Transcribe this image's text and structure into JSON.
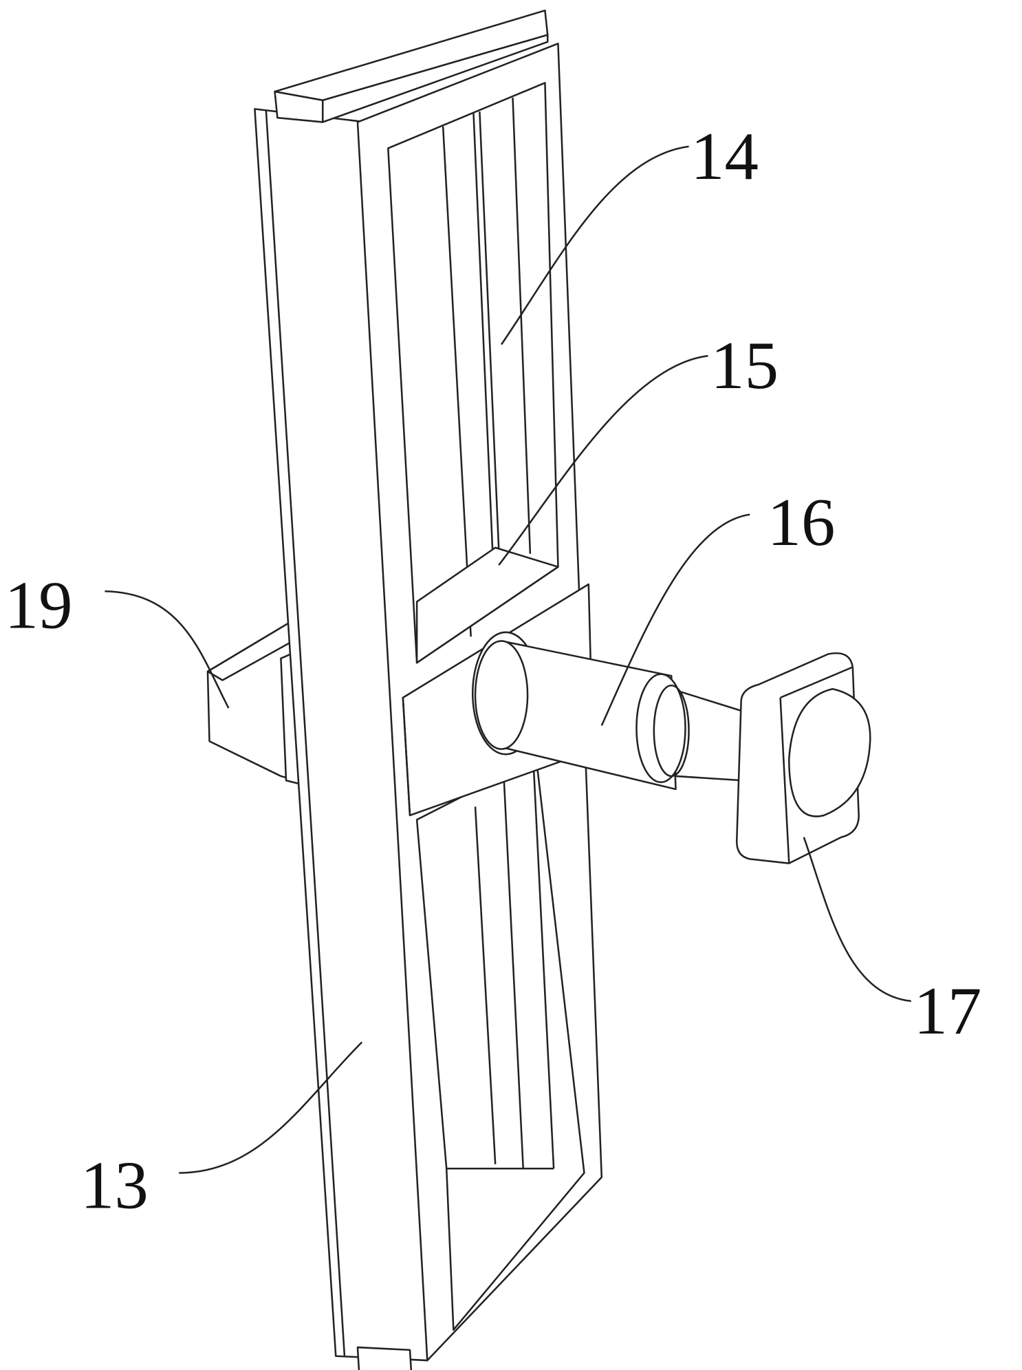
{
  "figure": {
    "labels": [
      {
        "id": "13",
        "text": "13"
      },
      {
        "id": "14",
        "text": "14"
      },
      {
        "id": "15",
        "text": "15"
      },
      {
        "id": "16",
        "text": "16"
      },
      {
        "id": "17",
        "text": "17"
      },
      {
        "id": "19",
        "text": "19"
      }
    ],
    "line_color": "#222222"
  }
}
